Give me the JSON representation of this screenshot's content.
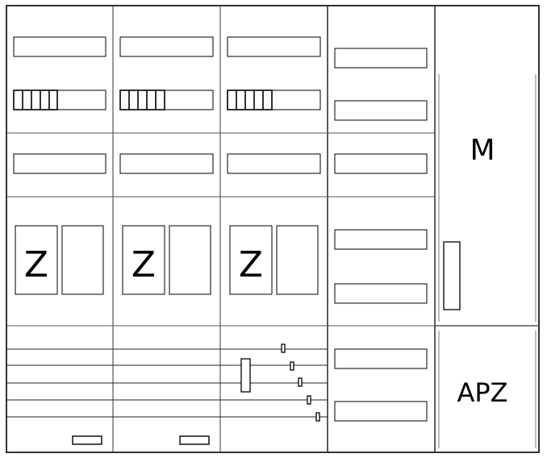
{
  "diagram": {
    "labels": {
      "meter_symbol": "Z",
      "main_panel": "M",
      "apz_panel": "APZ"
    },
    "meter_columns": 3,
    "busbar_lines": 5,
    "colors": {
      "stroke": "#000000",
      "background": "#ffffff",
      "inner_frame": "#555555"
    }
  }
}
